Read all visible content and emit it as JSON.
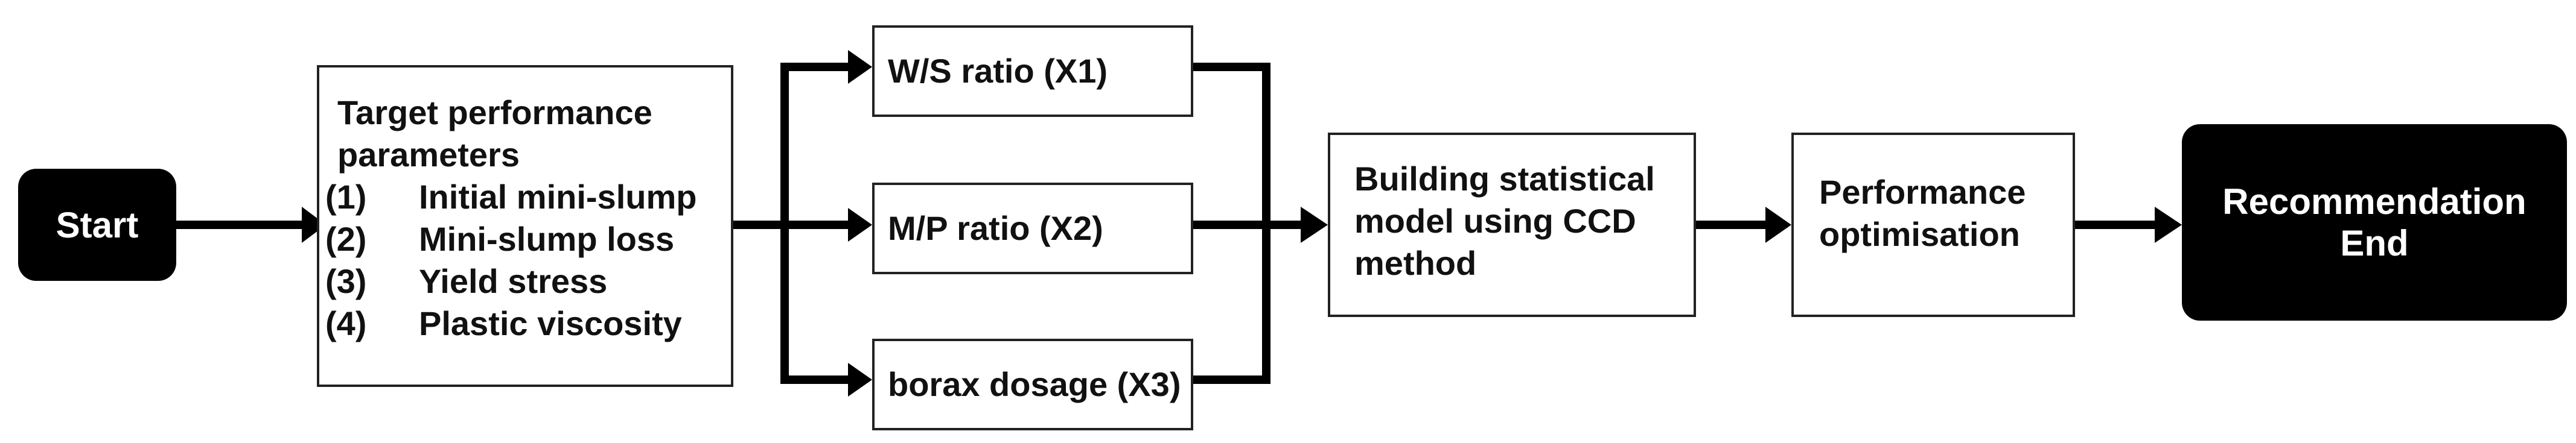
{
  "start": {
    "label": "Start"
  },
  "targets": {
    "title_line1": "Target performance",
    "title_line2": "parameters",
    "items": [
      {
        "num": "(1)",
        "text": "Initial mini-slump"
      },
      {
        "num": "(2)",
        "text": "Mini-slump loss"
      },
      {
        "num": "(3)",
        "text": "Yield stress"
      },
      {
        "num": "(4)",
        "text": "Plastic viscosity"
      }
    ]
  },
  "factors": {
    "x1": "W/S ratio (X1)",
    "x2": "M/P ratio (X2)",
    "x3": "borax dosage (X3)"
  },
  "model": {
    "line1": "Building statistical",
    "line2": "model using CCD",
    "line3": "method"
  },
  "optimisation": {
    "line1": "Performance",
    "line2": "optimisation"
  },
  "end": {
    "line1": "Recommendation",
    "line2": "End"
  },
  "colors": {
    "terminal_fill": "#000000",
    "terminal_text": "#ffffff",
    "box_border": "#222222",
    "arrow": "#000000"
  }
}
